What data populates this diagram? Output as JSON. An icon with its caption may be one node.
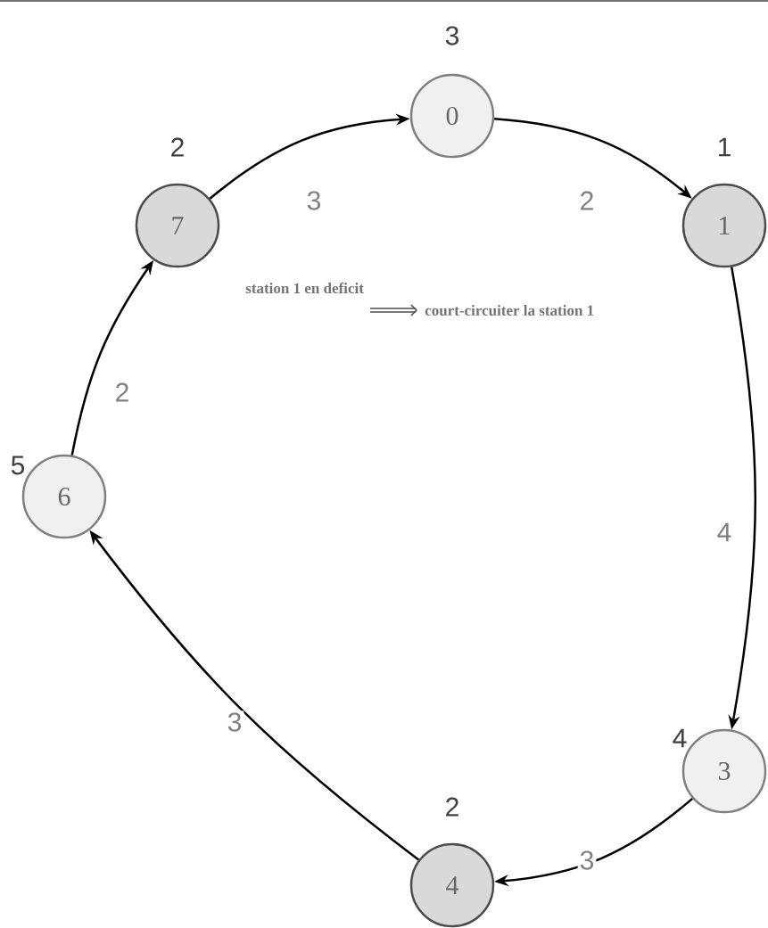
{
  "diagram": {
    "nodes": [
      {
        "text": [
          "0"
        ],
        "beside": [
          "3"
        ]
      },
      {
        "text": [
          "1"
        ],
        "beside": [
          "1"
        ]
      },
      {
        "text": [
          "3"
        ],
        "beside": [
          "4"
        ]
      },
      {
        "text": [
          "4"
        ],
        "beside": [
          "2"
        ]
      },
      {
        "text": [
          "6"
        ],
        "beside": [
          "5"
        ]
      },
      {
        "text": [
          "7"
        ],
        "beside": [
          "2"
        ]
      }
    ],
    "edges": [
      {
        "from": 5,
        "to": 0,
        "arrow": "to",
        "label": "3"
      },
      {
        "from": 0,
        "to": 1,
        "arrow": "to",
        "label": "2"
      },
      {
        "from": 1,
        "to": 2,
        "arrow": "to",
        "label": "4"
      },
      {
        "from": 2,
        "to": 3,
        "arrow": "to",
        "label": "3"
      },
      {
        "from": 3,
        "to": 4,
        "arrow": "to",
        "label": "3"
      },
      {
        "from": 4,
        "to": 5,
        "arrow": "to",
        "label": "2"
      }
    ],
    "labels": [
      "station 1 en deficit",
      "court-circuiter la station 1"
    ]
  }
}
